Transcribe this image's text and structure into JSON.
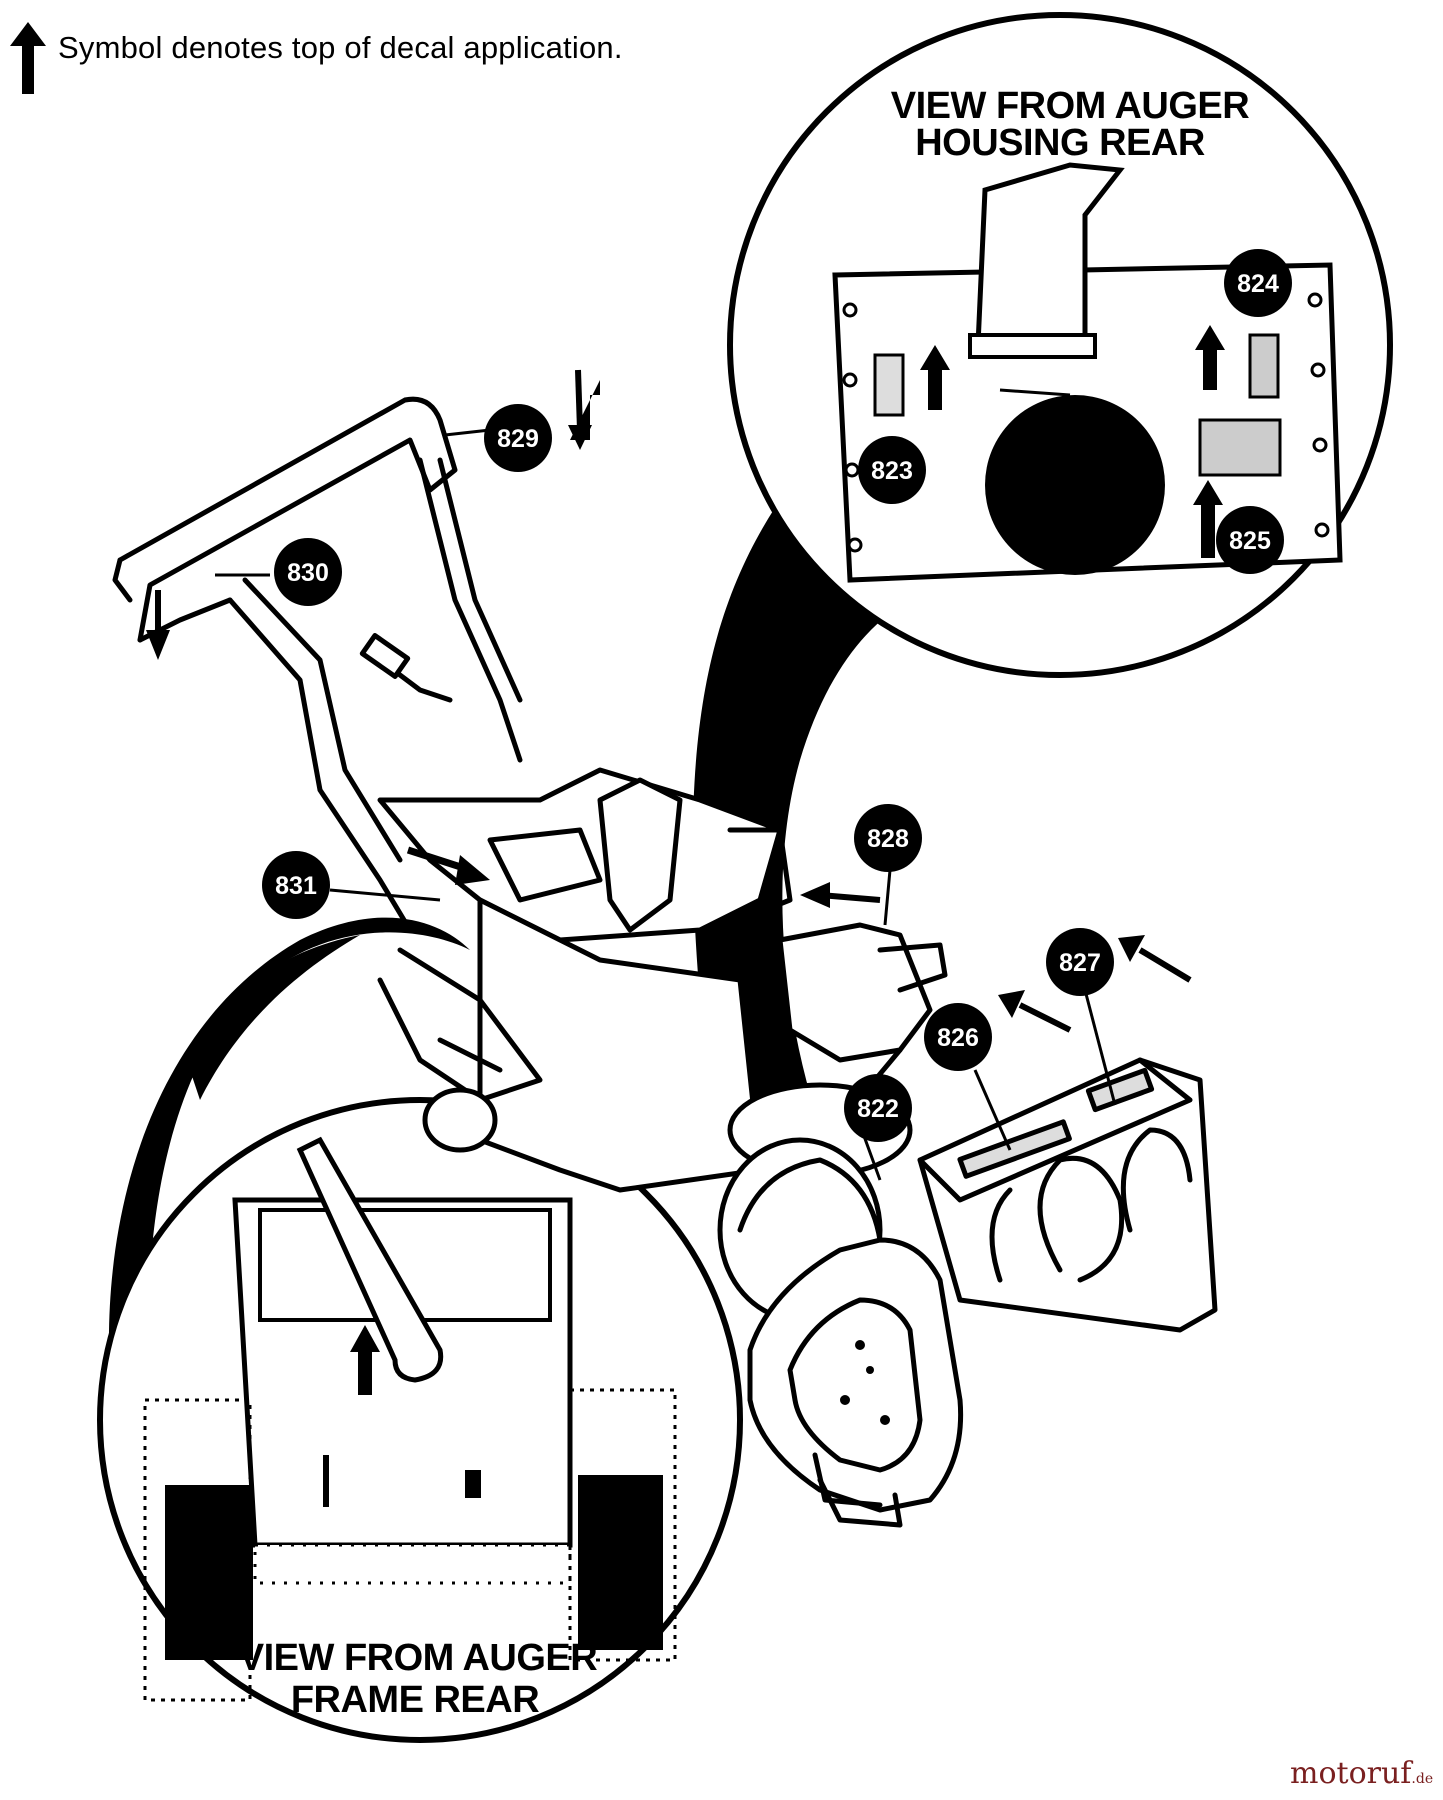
{
  "legend": {
    "text": "Symbol denotes top of decal application.",
    "icon": "up-arrow-icon"
  },
  "insets": {
    "housing": {
      "title_line1": "VIEW FROM AUGER",
      "title_line2": "HOUSING REAR"
    },
    "frame": {
      "title_line1": "VIEW FROM AUGER",
      "title_line2": "FRAME REAR"
    }
  },
  "callouts": {
    "c822": "822",
    "c823": "823",
    "c824": "824",
    "c825": "825",
    "c826": "826",
    "c827": "827",
    "c828": "828",
    "c829": "829",
    "c830": "830",
    "c831": "831"
  },
  "watermark": {
    "main": "motoruf",
    "suffix": ".de"
  },
  "colors": {
    "ink": "#000000",
    "paper": "#ffffff",
    "watermark": "#7a2020"
  }
}
